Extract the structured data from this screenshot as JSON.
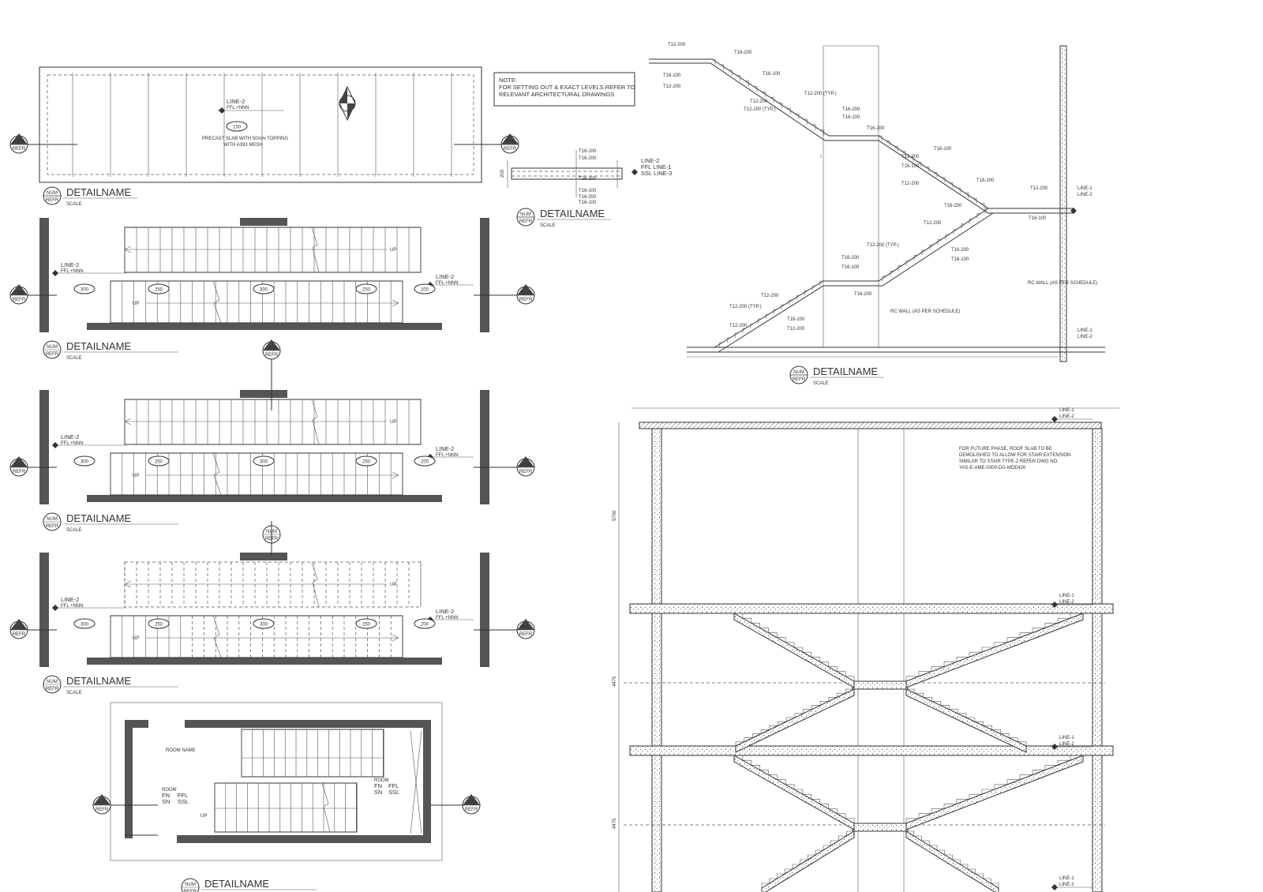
{
  "detail_title": "DETAILNAME",
  "scale_label": "SCALE",
  "marker": {
    "num": "NUM",
    "refr": "REFR"
  },
  "note": {
    "heading": "NOTE:",
    "line1": "FOR SETTING OUT & EXACT LEVELS REFER TO",
    "line2": "RELEVANT ARCHITECTURAL DRAWINGS"
  },
  "slab_plan": {
    "level_line": "LINE-2",
    "level_sub": "FFL +NNN",
    "thickness": "150",
    "slab_note_1": "PRECAST SLAB WITH 50mm TOPPING",
    "slab_note_2": "WITH A393 MESH"
  },
  "landing_section": {
    "bars": [
      "T16-100",
      "T16-200",
      "T16-100",
      "T16-200",
      "T16-200",
      "T16-100"
    ],
    "levels": [
      "LINE-2",
      "FFL LINE-1",
      "SSL LINE-3"
    ],
    "dim": "200"
  },
  "stair_plan": {
    "line_label": "LINE-2",
    "ffl": "FFL +NNN",
    "up": "UP",
    "dims": [
      "300",
      "250",
      "300",
      "250",
      "200"
    ]
  },
  "stair_core_plan": {
    "room_name": "ROOM NAME",
    "room": "ROOM",
    "fn": "FN",
    "ffl": "FFL",
    "sn": "SN",
    "ssl": "SSL",
    "up": "UP"
  },
  "reinforcement_section": {
    "bars": [
      "T12-200",
      "T16-100",
      "T12-200",
      "T16-200",
      "T16-100",
      "T12-200 (TYP.)",
      "T16-200",
      "T16-100",
      "T16-200",
      "T12-200",
      "T12-200 (TYP.)",
      "T16-100",
      "T12-200",
      "T16-100",
      "T16-200",
      "T12-200",
      "T16-200",
      "T12-200",
      "T16-100",
      "T12-200",
      "T12-200 (TYP.)",
      "T16-200",
      "T16-100",
      "T16-200",
      "T16-100",
      "T12-200",
      "T12-200 (TYP.)",
      "T12-200",
      "T16-100",
      "T12-200",
      "T16-200"
    ],
    "levels": [
      "LINE-1",
      "LINE-2"
    ],
    "rc_wall": "RC WALL (AS PER SCHEDULE)"
  },
  "building_section": {
    "levels": [
      "LINE-1",
      "LINE-2"
    ],
    "future_note_1": "FOR FUTURE PHASE, ROOF SLAB TO BE",
    "future_note_2": "DEMOLISHED TO ALLOW FOR STAIR EXTENSION",
    "future_note_3": "SIMILAR TO STAIR TYPE-2 REFER DWG NO.",
    "future_note_4": "YAS-E-AME-0300-DG-MDE420",
    "dims": [
      "5700",
      "4475",
      "4475"
    ]
  },
  "colors": {
    "line": "#333333",
    "wall": "#555555",
    "paper": "#ffffff"
  }
}
